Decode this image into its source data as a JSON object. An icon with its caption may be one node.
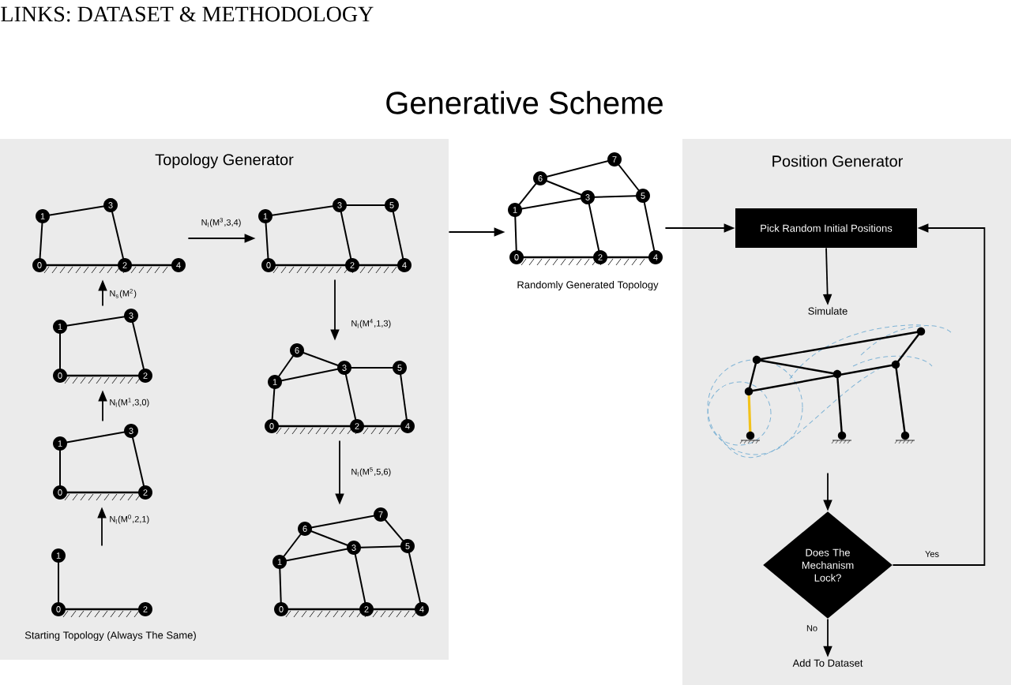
{
  "diagram": {
    "title": "Generative Scheme",
    "nodes": [
      {
        "text": [
          "Topology Generator"
        ]
      },
      {
        "text": [
          "1",
          "3",
          "0",
          "2",
          "4"
        ],
        "in": 0
      },
      {
        "text": [
          "1",
          "3",
          "5",
          "0",
          "2",
          "4"
        ],
        "in": 0
      },
      {
        "text": [
          "1",
          "3",
          "0",
          "2"
        ],
        "in": 0
      },
      {
        "text": [
          "6",
          "1",
          "3",
          "5",
          "0",
          "2",
          "4"
        ],
        "in": 0
      },
      {
        "text": [
          "1",
          "3",
          "0",
          "2"
        ],
        "in": 0
      },
      {
        "text": [
          "7",
          "6",
          "3",
          "5",
          "1",
          "0",
          "2",
          "4"
        ],
        "in": 0
      },
      {
        "text": [
          "1",
          "0",
          "2"
        ],
        "in": 0,
        "beside": [
          "Starting Topology (Always The Same)"
        ]
      },
      {
        "text": [
          "7",
          "6",
          "3",
          "5",
          "1",
          "0",
          "2",
          "4"
        ],
        "beside": [
          "Randomly Generated Topology"
        ]
      },
      {
        "text": [
          "Position Generator"
        ]
      },
      {
        "text": [
          "Pick Random Initial Positions"
        ],
        "in": 9
      },
      {
        "text": [
          "Simulate"
        ],
        "in": 9
      },
      {
        "text": [],
        "shape": "picture",
        "in": 9
      },
      {
        "text": [
          "Does The Mechanism Lock?"
        ],
        "in": 9
      },
      {
        "text": [
          "Add To Dataset"
        ],
        "in": 9
      }
    ],
    "edges": [
      {
        "from": 7,
        "to": 5,
        "arrow": "to",
        "label": "N$_{l}$(M$^{0}$,2,1)"
      },
      {
        "from": 5,
        "to": 3,
        "arrow": "to",
        "label": "N$_{l}$(M$^{1}$,3,0)"
      },
      {
        "from": 3,
        "to": 1,
        "arrow": "to",
        "label": "N$_{s}$(M$^{2}$)"
      },
      {
        "from": 1,
        "to": 2,
        "arrow": "to",
        "label": "N$_{l}$(M$^{3}$,3,4)"
      },
      {
        "from": 2,
        "to": 4,
        "arrow": "to",
        "label": "N$_{l}$(M$^{4}$,1,3)"
      },
      {
        "from": 4,
        "to": 6,
        "arrow": "to",
        "label": "N$_{l}$(M$^{5}$,5,6)"
      },
      {
        "from": 0,
        "to": 8,
        "arrow": "to"
      },
      {
        "from": 8,
        "to": 10,
        "arrow": "to"
      },
      {
        "from": 10,
        "to": 11,
        "arrow": "to"
      },
      {
        "from": 12,
        "to": 13,
        "arrow": "to"
      },
      {
        "from": 13,
        "to": 10,
        "arrow": "to",
        "label": "Yes"
      },
      {
        "from": 13,
        "to": 14,
        "arrow": "to",
        "label": "No"
      }
    ],
    "labels": [
      "LINKS: DATASET & METHODOLOGY"
    ]
  }
}
